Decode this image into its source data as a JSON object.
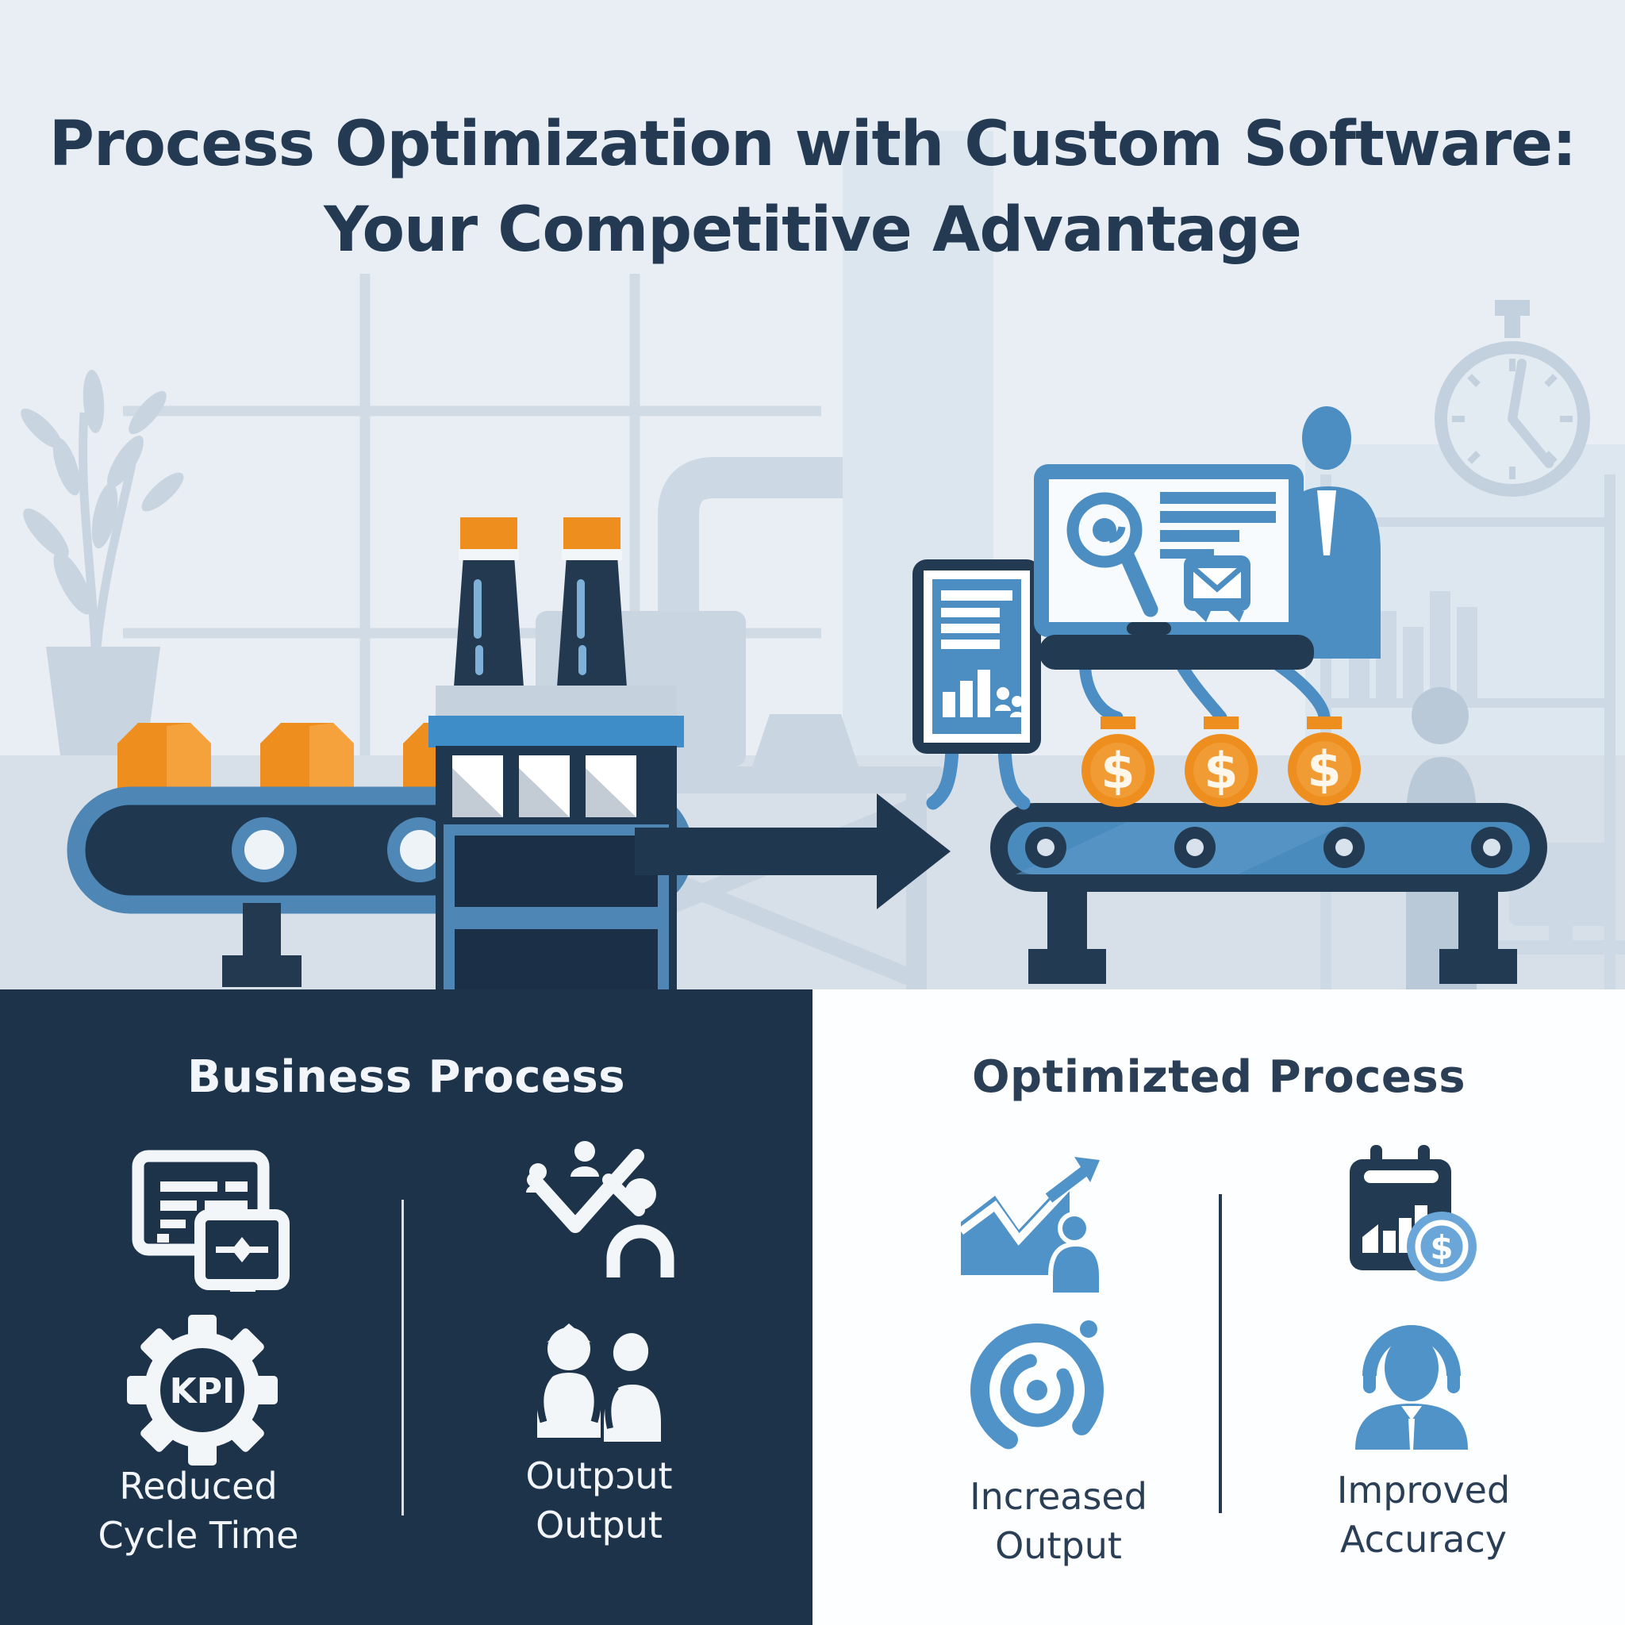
{
  "title": {
    "line1": "Process Optimization with Custom Software:",
    "line2": "Your Competitive Advantage"
  },
  "hero": {
    "coin_symbol": "$",
    "coin_count": 3,
    "left_scene": "factory conveyor with orange boxes",
    "right_scene": "software screens feeding dollar coins onto conveyor"
  },
  "panels": {
    "left": {
      "heading": "Business Process",
      "kpi_badge": "KPI",
      "items": [
        {
          "icon": "dual-screens-icon"
        },
        {
          "icon": "people-checkmarks-icon"
        },
        {
          "icon": "kpi-gear-icon",
          "line1": "Reduced",
          "line2": "Cycle Time"
        },
        {
          "icon": "people-group-icon",
          "line1": "Outpɔut",
          "line2": "Output"
        }
      ]
    },
    "right": {
      "heading": "Optimizted Process",
      "items": [
        {
          "icon": "growth-chart-person-icon"
        },
        {
          "icon": "calendar-dollar-icon"
        },
        {
          "icon": "target-icon",
          "line1": "Increased",
          "line2": "Output"
        },
        {
          "icon": "support-agent-icon",
          "line1": "Improved",
          "line2": "Accuracy"
        }
      ]
    }
  },
  "colors": {
    "background": "#e8eef4",
    "floor": "#d7e0e8",
    "navy": "#203750",
    "panel_navy": "#1d3349",
    "blue": "#4c8dc2",
    "belt_blue": "#4a8bbd",
    "light_blue_icon": "#4f93c9",
    "orange": "#ee8e1e",
    "orange_light": "#f5a23c",
    "silhouette": "#c9d6e2",
    "title_text": "#233a52"
  }
}
